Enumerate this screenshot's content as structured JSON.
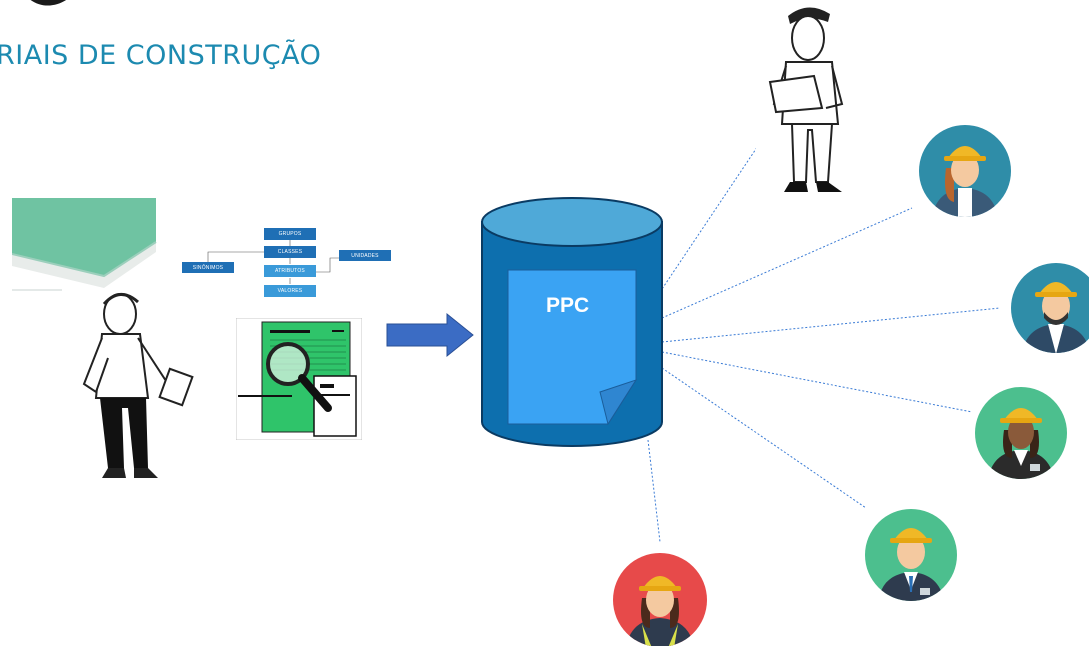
{
  "logo": {
    "text": "RIAIS DE CONSTRUÇÃO"
  },
  "taxonomy": {
    "groups": "GRUPOS",
    "classes": "CLASSES",
    "synonyms": "SINÔNIMOS",
    "attributes": "ATRIBUTOS",
    "units": "UNIDADES",
    "values": "VALORES"
  },
  "database": {
    "label": "PPC"
  },
  "colors": {
    "brand_text": "#1c8ab0",
    "cylinder": "#0d6fae",
    "cylinder_top": "#4fa9d8",
    "document": "#3aa3f3",
    "arrow": "#3b6cc4",
    "connector": "#3a7bd5",
    "drywall": "#6fc3a2"
  },
  "icons": {
    "worker_male_1": "construction-worker-icon",
    "worker_female": "construction-worker-icon",
    "inspector": "inspector-sketch-icon",
    "analyst": "analyst-sketch-icon"
  }
}
